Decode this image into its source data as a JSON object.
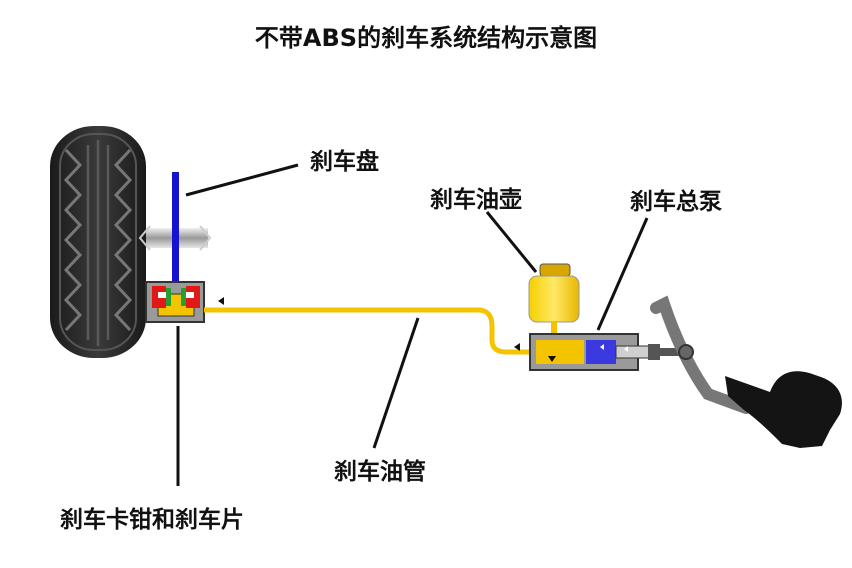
{
  "title": "不带ABS的刹车系统结构示意图",
  "labels": {
    "brake_disc": "刹车盘",
    "reservoir": "刹车油壶",
    "master_cylinder": "刹车总泵",
    "brake_line": "刹车油管",
    "caliper_pads": "刹车卡钳和刹车片"
  },
  "colors": {
    "brake_fluid": "#f5c400",
    "disc": "#1414d0",
    "piston": "#3a3ae0",
    "pad_red": "#e01818",
    "pad_green": "#22a032",
    "caliper_gray": "#9a9a9a",
    "tire": "#2a2a2a",
    "pedal": "#111111",
    "leader": "#111111"
  },
  "icons": [
    "tire-icon",
    "brake-pedal-icon",
    "flow-arrow-icon"
  ]
}
